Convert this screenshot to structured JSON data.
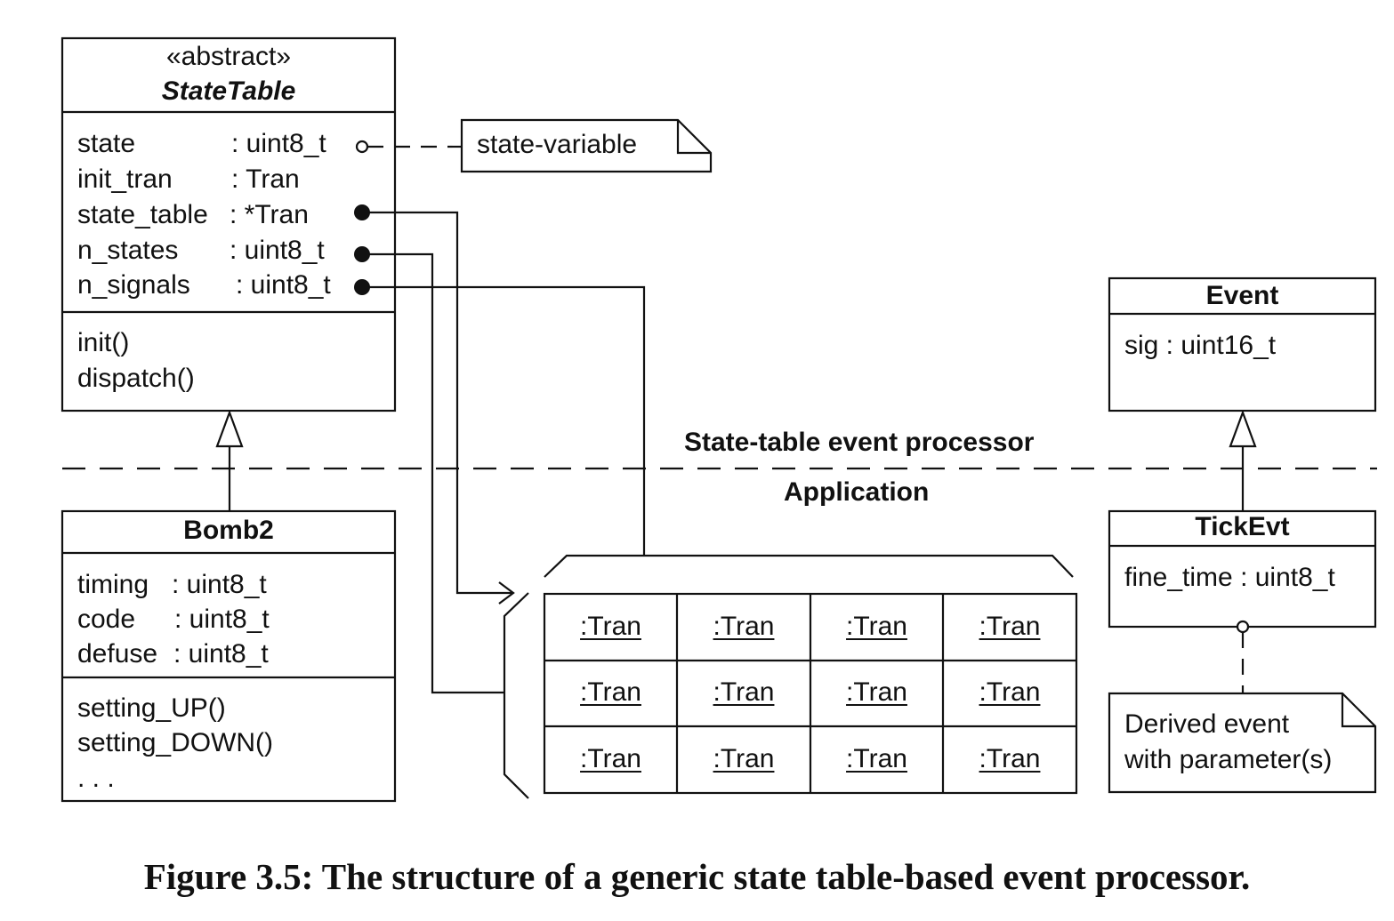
{
  "state_table": {
    "stereotype": "«abstract»",
    "name": "StateTable",
    "attributes": [
      {
        "name": "state",
        "type": ": uint8_t"
      },
      {
        "name": "init_tran",
        "type": ": Tran"
      },
      {
        "name": "state_table",
        "type": ": *Tran"
      },
      {
        "name": "n_states",
        "type": ": uint8_t"
      },
      {
        "name": "n_signals",
        "type": ": uint8_t"
      }
    ],
    "operations": [
      "init()",
      "dispatch()"
    ]
  },
  "note_state_variable": "state-variable",
  "event": {
    "name": "Event",
    "attributes": [
      "sig : uint16_t"
    ]
  },
  "bomb2": {
    "name": "Bomb2",
    "attributes": [
      {
        "name": "timing",
        "type": ": uint8_t"
      },
      {
        "name": "code",
        "type": ": uint8_t"
      },
      {
        "name": "defuse",
        "type": ": uint8_t"
      }
    ],
    "operations": [
      "setting_UP()",
      "setting_DOWN()",
      ". . ."
    ]
  },
  "tick_evt": {
    "name": "TickEvt",
    "attributes": [
      "fine_time : uint8_t"
    ]
  },
  "note_derived": {
    "line1": "Derived event",
    "line2": "with parameter(s)"
  },
  "layers": {
    "upper": "State-table event processor",
    "lower": "Application"
  },
  "tran_table": {
    "cells": [
      [
        ":Tran",
        ":Tran",
        ":Tran",
        ":Tran"
      ],
      [
        ":Tran",
        ":Tran",
        ":Tran",
        ":Tran"
      ],
      [
        ":Tran",
        ":Tran",
        ":Tran",
        ":Tran"
      ]
    ]
  },
  "caption": "Figure 3.5: The structure of a generic state table-based event processor."
}
